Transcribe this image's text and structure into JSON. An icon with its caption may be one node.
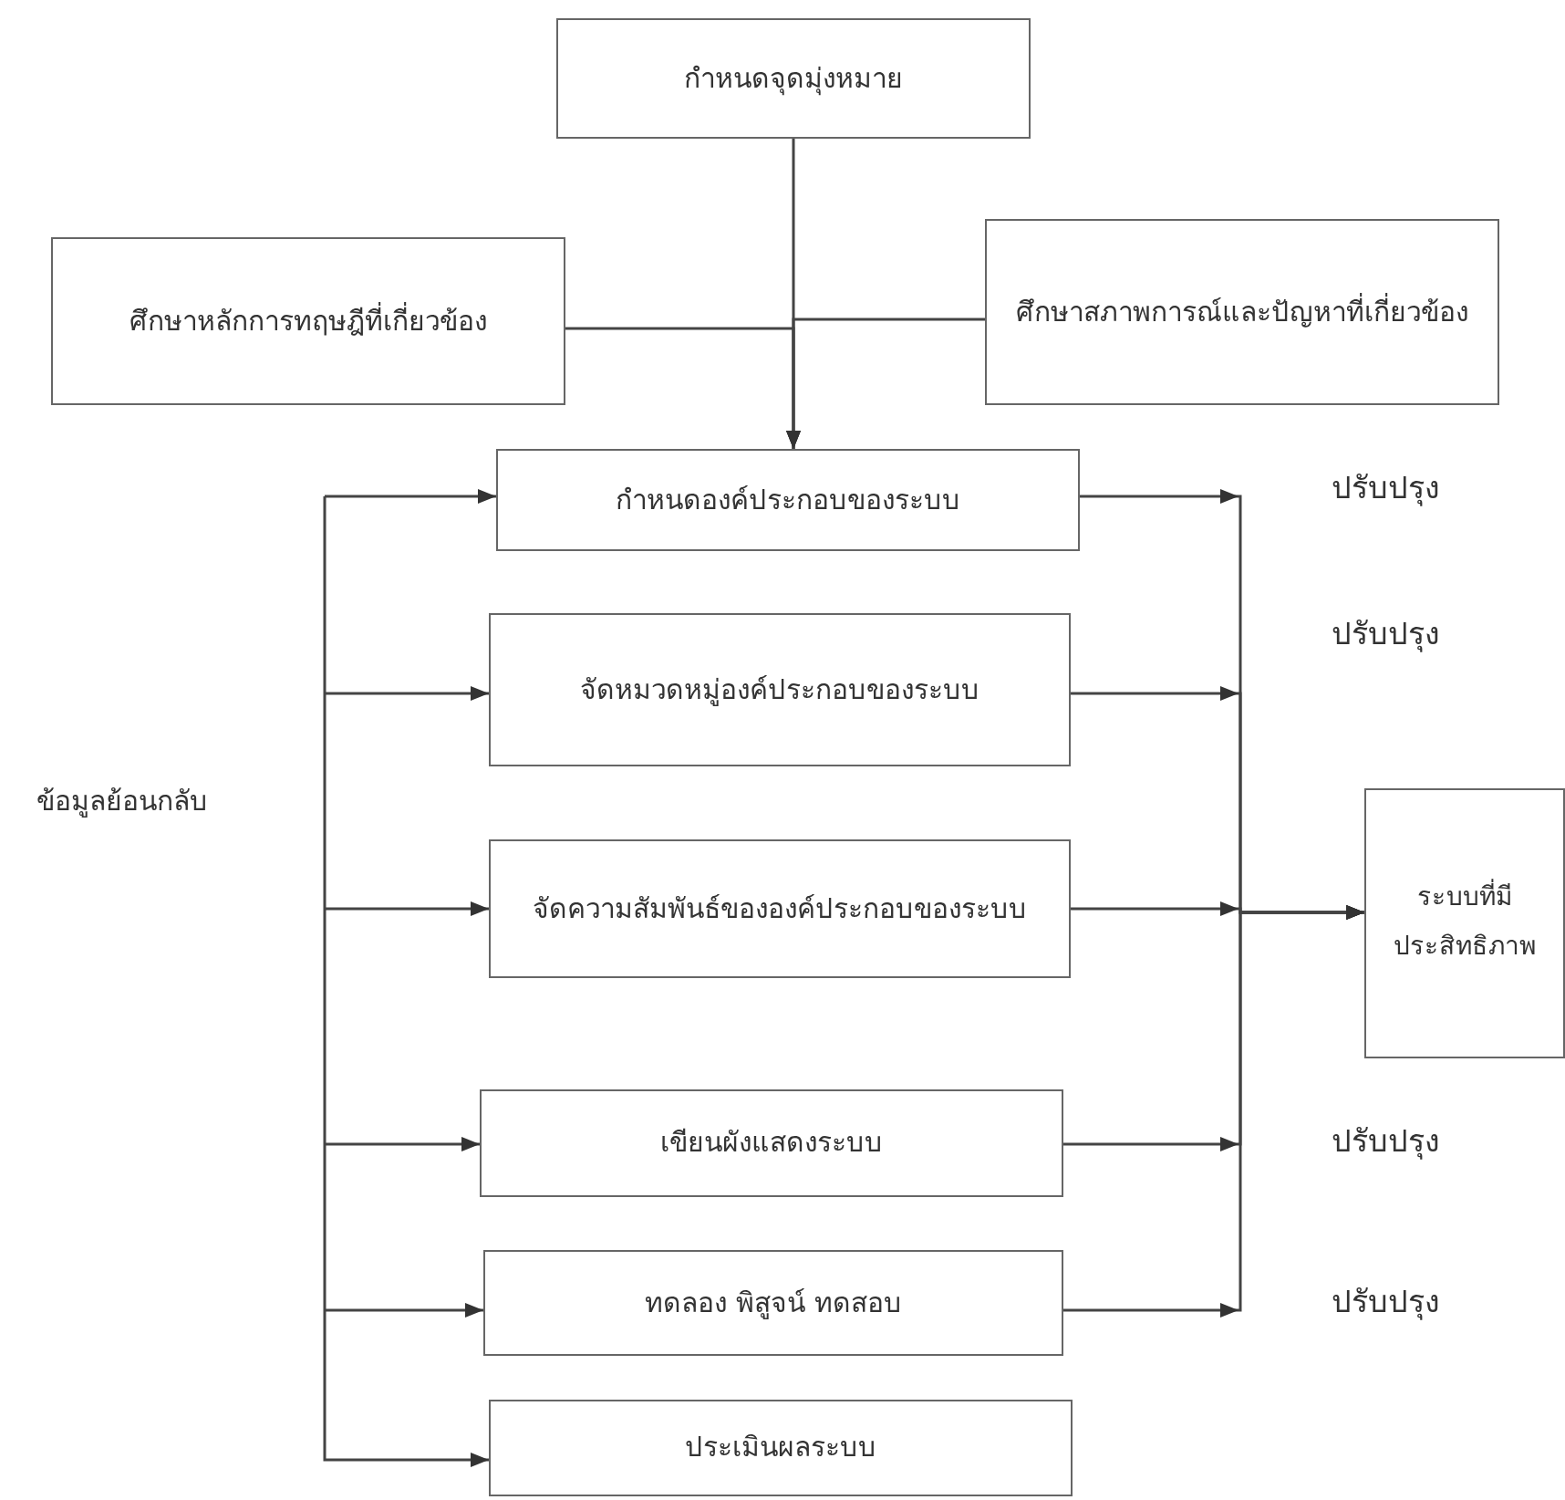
{
  "diagram": {
    "nodes": [
      {
        "text": [
          "กำหนดจุดมุ่งหมาย"
        ]
      },
      {
        "text": [
          "ศึกษาหลักการทฤษฎีที่เกี่ยวข้อง"
        ]
      },
      {
        "text": [
          "ศึกษาสภาพการณ์และปัญหาที่เกี่ยวข้อง"
        ]
      },
      {
        "text": [
          "กำหนดองค์ประกอบของระบบ"
        ]
      },
      {
        "text": [
          "จัดหมวดหมู่องค์ประกอบของระบบ"
        ]
      },
      {
        "text": [
          "จัดความสัมพันธ์ขององค์ประกอบของระบบ"
        ]
      },
      {
        "text": [
          "เขียนผังแสดงระบบ"
        ]
      },
      {
        "text": [
          "ทดลอง พิสูจน์ ทดสอบ"
        ]
      },
      {
        "text": [
          "ประเมินผลระบบ"
        ]
      },
      {
        "text": [
          "ระบบที่มีประสิทธิภาพ"
        ]
      }
    ],
    "edges": [
      {
        "from": 0,
        "to": 3,
        "arrow": "to"
      },
      {
        "from": 1,
        "to": 3,
        "arrow": "to"
      },
      {
        "from": 2,
        "to": 3,
        "arrow": "to"
      },
      {
        "from": 3,
        "to": 9,
        "arrow": "to"
      },
      {
        "from": 4,
        "to": 9,
        "arrow": "to"
      },
      {
        "from": 5,
        "to": 9,
        "arrow": "to"
      },
      {
        "from": 6,
        "to": 9,
        "arrow": "to"
      },
      {
        "from": 7,
        "to": 9,
        "arrow": "to"
      },
      {
        "from": null,
        "to": 3,
        "arrow": "to"
      },
      {
        "from": null,
        "to": 4,
        "arrow": "to"
      },
      {
        "from": null,
        "to": 5,
        "arrow": "to"
      },
      {
        "from": null,
        "to": 6,
        "arrow": "to"
      },
      {
        "from": null,
        "to": 7,
        "arrow": "to"
      },
      {
        "from": null,
        "to": 8,
        "arrow": "to"
      }
    ],
    "labels": [
      "ปรับปรุง",
      "ปรับปรุง",
      "ข้อมูลย้อนกลับ",
      "ปรับปรุง",
      "ปรับปรุง"
    ]
  }
}
